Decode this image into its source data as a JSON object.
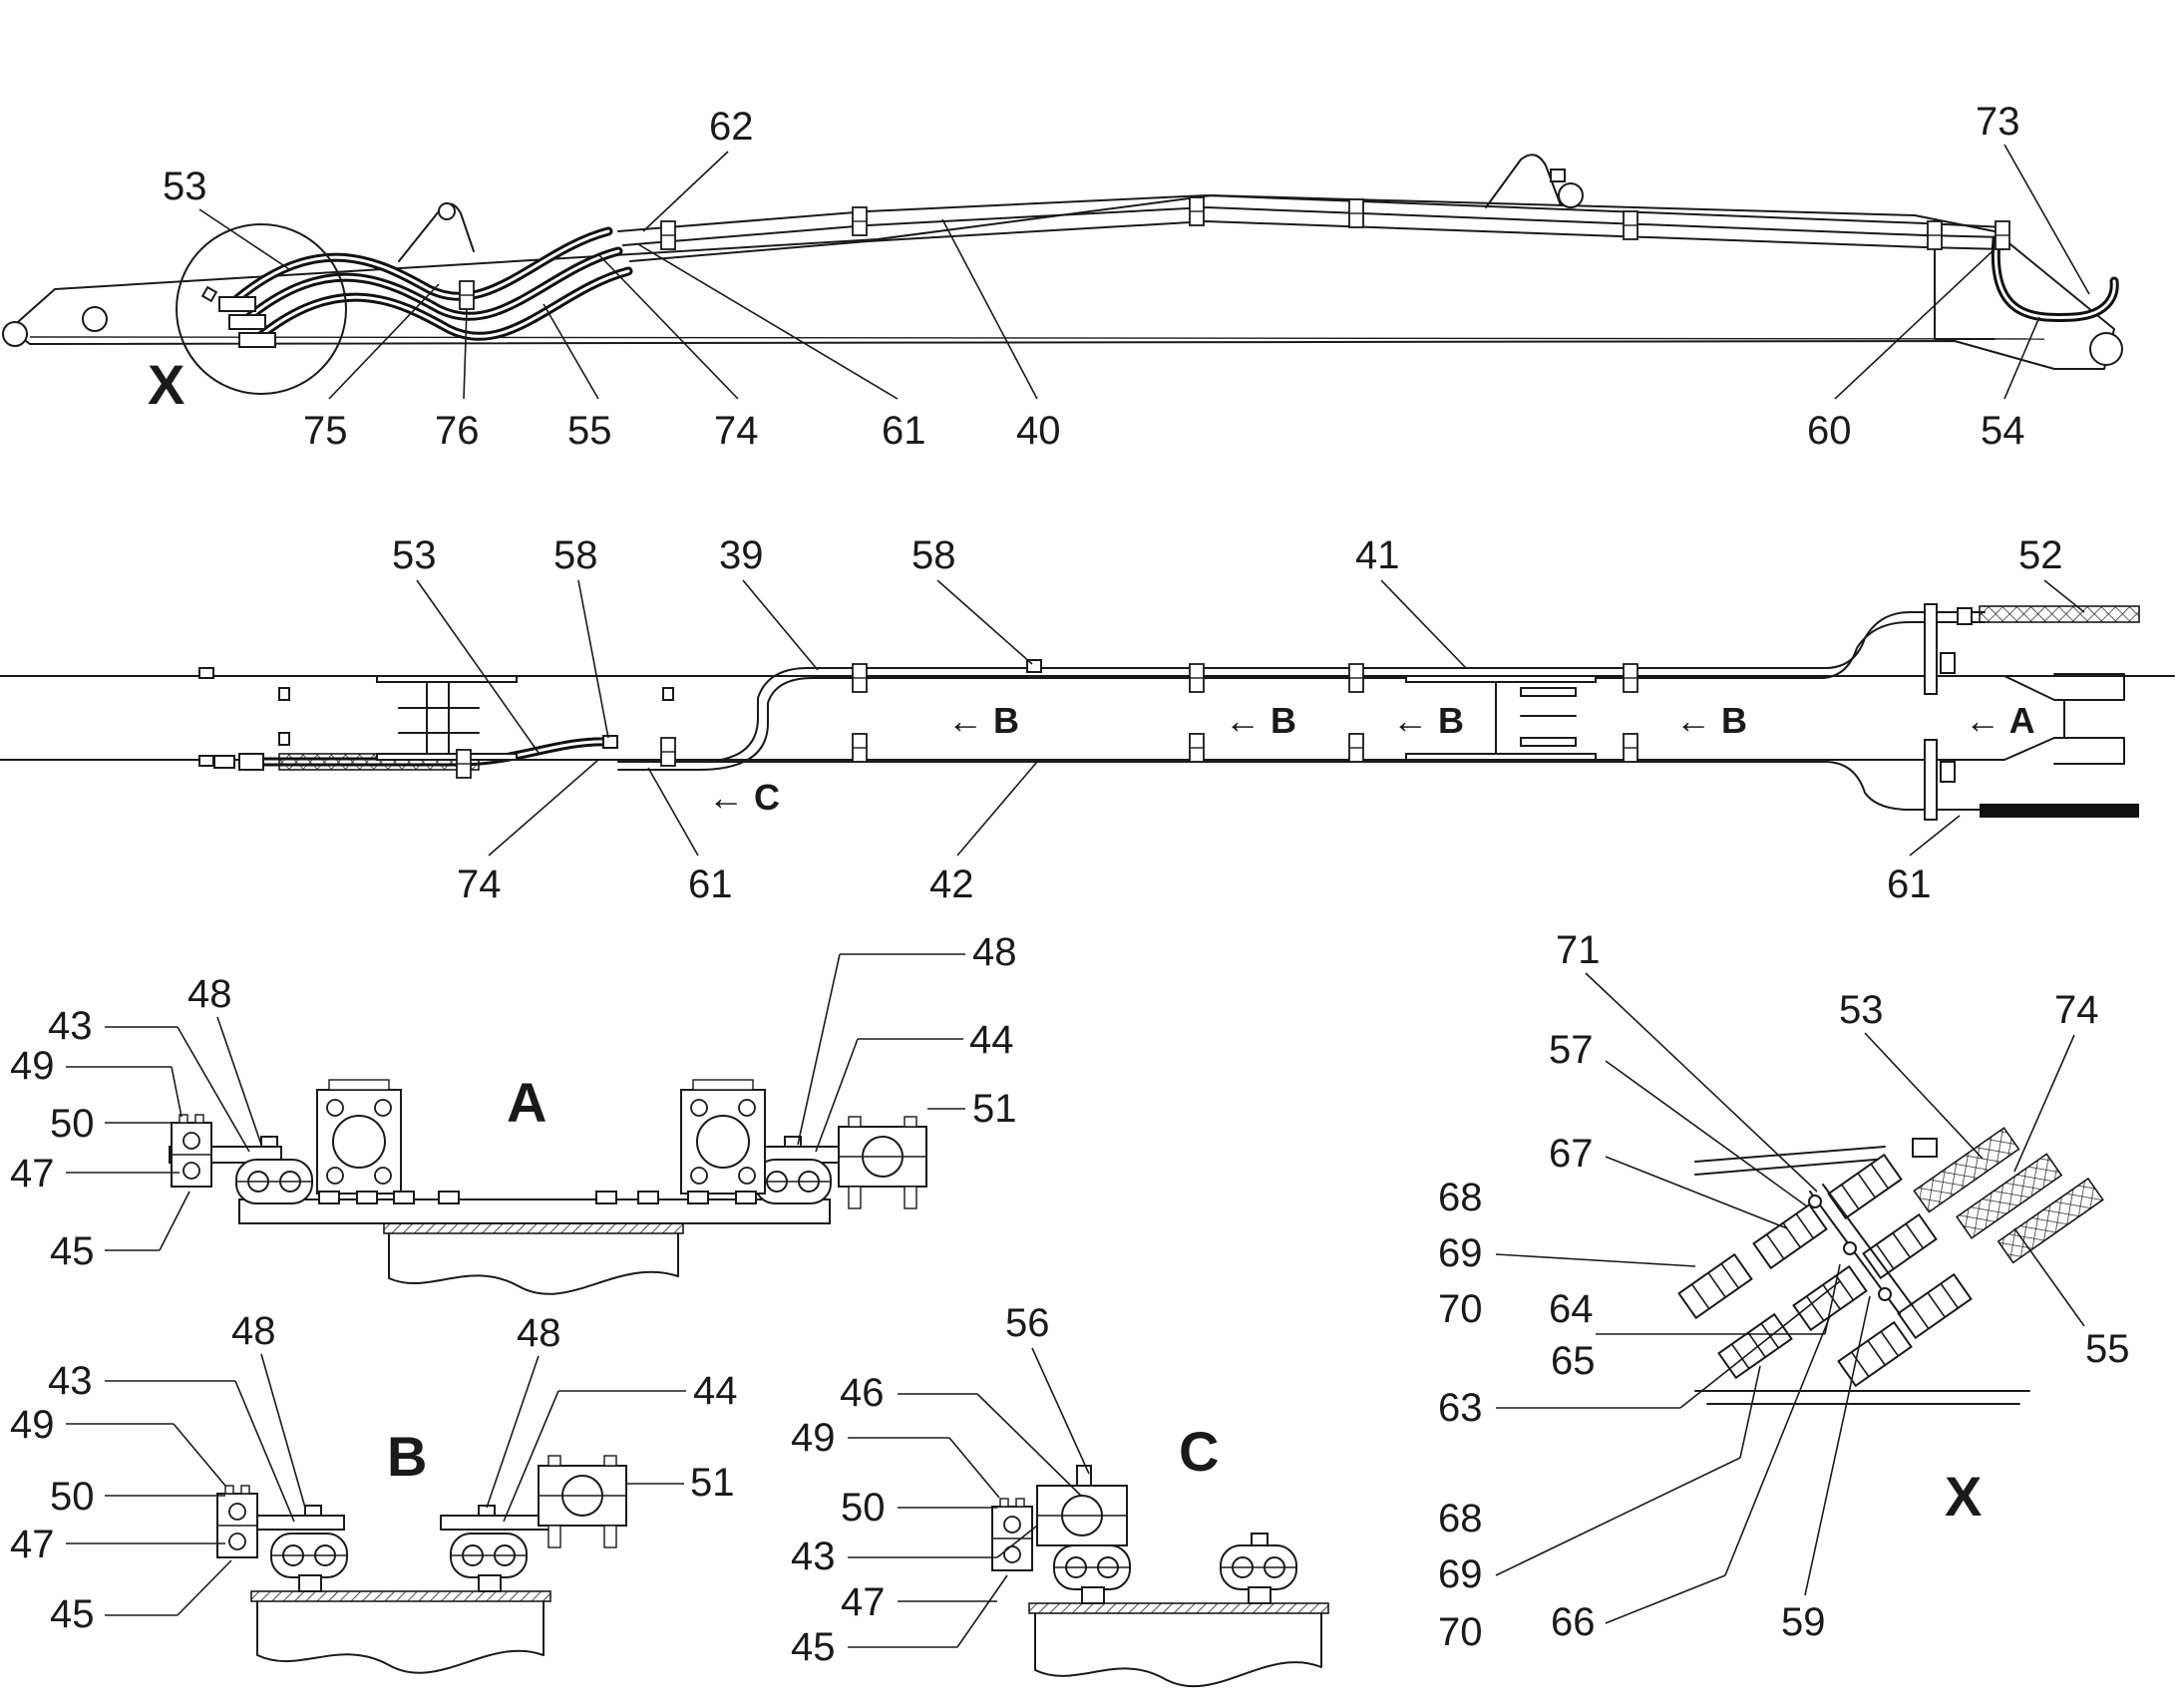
{
  "top_view": {
    "labels": [
      "53",
      "62",
      "73",
      "75",
      "76",
      "55",
      "74",
      "61",
      "40",
      "60",
      "54"
    ],
    "detail_marker": "X"
  },
  "plan_view": {
    "labels": [
      "53",
      "58",
      "39",
      "58",
      "41",
      "52",
      "74",
      "61",
      "42",
      "61"
    ],
    "arrows": [
      "B",
      "B",
      "B",
      "B",
      "A",
      "C"
    ]
  },
  "section_a": {
    "title": "A",
    "labels": [
      "48",
      "43",
      "49",
      "50",
      "47",
      "45",
      "48",
      "44",
      "51"
    ]
  },
  "section_b": {
    "title": "B",
    "labels": [
      "48",
      "48",
      "43",
      "49",
      "50",
      "47",
      "45",
      "44",
      "51"
    ]
  },
  "section_c": {
    "title": "C",
    "labels": [
      "56",
      "46",
      "49",
      "50",
      "43",
      "47",
      "45"
    ]
  },
  "detail_x": {
    "title": "X",
    "labels": [
      "71",
      "53",
      "74",
      "57",
      "67",
      "68",
      "69",
      "70",
      "64",
      "65",
      "63",
      "55",
      "68",
      "69",
      "70",
      "66",
      "59"
    ]
  }
}
